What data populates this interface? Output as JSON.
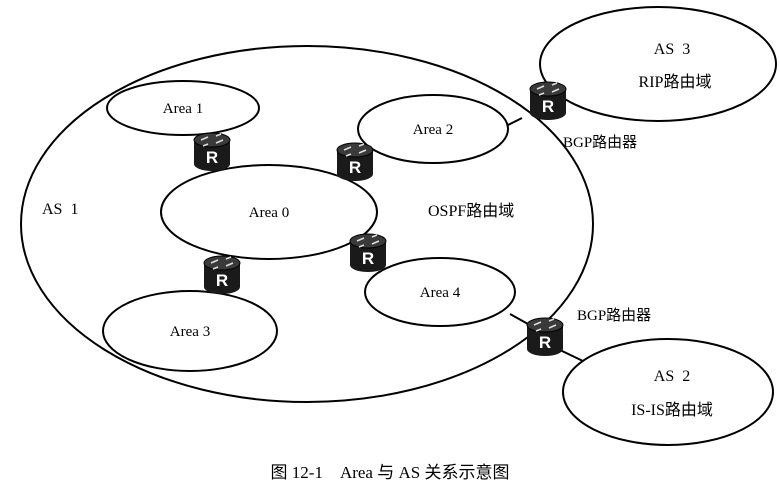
{
  "diagram": {
    "outer_as_label": "AS  1",
    "ospf_domain_label": "OSPF路由域",
    "areas": {
      "area0": "Area 0",
      "area1": "Area 1",
      "area2": "Area 2",
      "area3": "Area 3",
      "area4": "Area 4"
    },
    "as3": {
      "name": "AS  3",
      "domain": "RIP路由域"
    },
    "as2": {
      "name": "AS  2",
      "domain": "IS-IS路由域"
    },
    "bgp_router_label": "BGP路由器",
    "router_glyph": "R",
    "icon": "router-icon"
  },
  "caption": "图 12-1    Area 与 AS 关系示意图"
}
